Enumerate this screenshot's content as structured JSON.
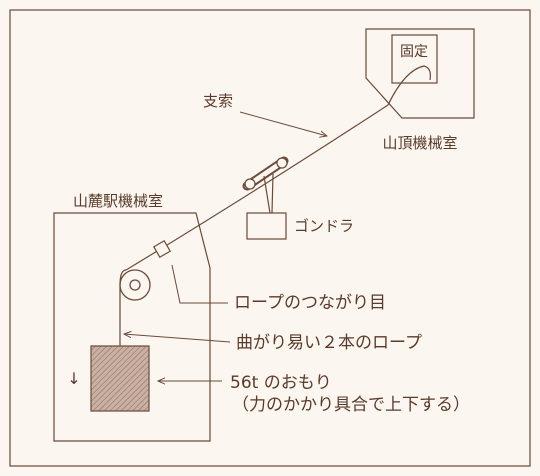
{
  "labels": {
    "support_cable": "支索",
    "fixed": "固定",
    "summit_machine_room": "山頂機械室",
    "gondola": "ゴンドラ",
    "base_station_machine_room": "山麓駅機械室",
    "rope_joint": "ロープのつながり目",
    "two_flexible_ropes": "曲がり易い２本のロープ",
    "weight_line1": "56t のおもり",
    "weight_line2": "（力のかかり具合で上下する）"
  },
  "colors": {
    "ink": "#6b4a3a",
    "text": "#5a3a2a",
    "paper": "#fbf6ef",
    "weight_fill": "#bfa596",
    "hatch": "#a08070"
  },
  "icons": {
    "down_arrow": "↓"
  }
}
